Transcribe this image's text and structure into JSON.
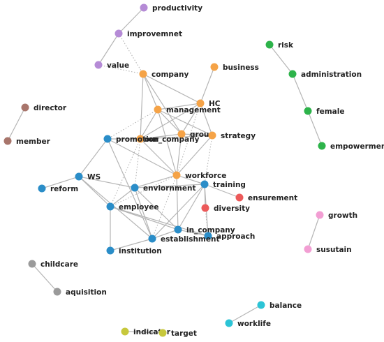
{
  "graph": {
    "edge_color": "#b5b5b5",
    "clusters": {
      "purple": "#b58bd6",
      "orange": "#f5a347",
      "green": "#2db34a",
      "brown": "#a8756b",
      "blue": "#2a8dc8",
      "red": "#ec5a5a",
      "pink": "#f29ed3",
      "gray": "#9a9a9a",
      "cyan": "#2cc4d6",
      "olive": "#c7c83c"
    },
    "nodes": [
      {
        "id": "productivity",
        "label": "productivity",
        "cluster": "purple"
      },
      {
        "id": "improvemnet",
        "label": "improvemnet",
        "cluster": "purple"
      },
      {
        "id": "value",
        "label": "value",
        "cluster": "purple"
      },
      {
        "id": "company",
        "label": "company",
        "cluster": "orange"
      },
      {
        "id": "business",
        "label": "business",
        "cluster": "orange"
      },
      {
        "id": "hc",
        "label": "HC",
        "cluster": "orange"
      },
      {
        "id": "management",
        "label": "management",
        "cluster": "orange"
      },
      {
        "id": "group",
        "label": "group",
        "cluster": "orange"
      },
      {
        "id": "strategy",
        "label": "strategy",
        "cluster": "orange"
      },
      {
        "id": "our_company",
        "label": "our_company",
        "cluster": "orange"
      },
      {
        "id": "workforce",
        "label": "workforce",
        "cluster": "orange"
      },
      {
        "id": "risk",
        "label": "risk",
        "cluster": "green"
      },
      {
        "id": "administration",
        "label": "administration",
        "cluster": "green"
      },
      {
        "id": "female",
        "label": "female",
        "cluster": "green"
      },
      {
        "id": "empowerment",
        "label": "empowerment",
        "cluster": "green"
      },
      {
        "id": "director",
        "label": "director",
        "cluster": "brown"
      },
      {
        "id": "member",
        "label": "member",
        "cluster": "brown"
      },
      {
        "id": "promotion",
        "label": "promotion",
        "cluster": "blue"
      },
      {
        "id": "ws",
        "label": "WS",
        "cluster": "blue"
      },
      {
        "id": "reform",
        "label": "reform",
        "cluster": "blue"
      },
      {
        "id": "enviornment",
        "label": "enviornment",
        "cluster": "blue"
      },
      {
        "id": "employee",
        "label": "employee",
        "cluster": "blue"
      },
      {
        "id": "training",
        "label": "training",
        "cluster": "blue"
      },
      {
        "id": "in_company",
        "label": "in_company",
        "cluster": "blue"
      },
      {
        "id": "approach",
        "label": "approach",
        "cluster": "blue"
      },
      {
        "id": "establishment",
        "label": "establishment",
        "cluster": "blue"
      },
      {
        "id": "institution",
        "label": "institution",
        "cluster": "blue"
      },
      {
        "id": "ensurement",
        "label": "ensurement",
        "cluster": "red"
      },
      {
        "id": "diversity",
        "label": "diversity",
        "cluster": "red"
      },
      {
        "id": "growth",
        "label": "growth",
        "cluster": "pink"
      },
      {
        "id": "susutain",
        "label": "susutain",
        "cluster": "pink"
      },
      {
        "id": "childcare",
        "label": "childcare",
        "cluster": "gray"
      },
      {
        "id": "aquisition",
        "label": "aquisition",
        "cluster": "gray"
      },
      {
        "id": "balance",
        "label": "balance",
        "cluster": "cyan"
      },
      {
        "id": "worklife",
        "label": "worklife",
        "cluster": "cyan"
      },
      {
        "id": "indicator",
        "label": "indicator",
        "cluster": "olive"
      },
      {
        "id": "target",
        "label": "target",
        "cluster": "olive"
      }
    ],
    "edges": [
      {
        "source": "productivity",
        "target": "improvemnet",
        "style": "solid"
      },
      {
        "source": "improvemnet",
        "target": "value",
        "style": "solid"
      },
      {
        "source": "improvemnet",
        "target": "company",
        "style": "dotted"
      },
      {
        "source": "value",
        "target": "company",
        "style": "dotted"
      },
      {
        "source": "company",
        "target": "hc",
        "style": "solid"
      },
      {
        "source": "company",
        "target": "management",
        "style": "solid"
      },
      {
        "source": "company",
        "target": "group",
        "style": "solid"
      },
      {
        "source": "company",
        "target": "our_company",
        "style": "solid"
      },
      {
        "source": "business",
        "target": "hc",
        "style": "solid"
      },
      {
        "source": "hc",
        "target": "management",
        "style": "solid"
      },
      {
        "source": "hc",
        "target": "group",
        "style": "solid"
      },
      {
        "source": "hc",
        "target": "strategy",
        "style": "solid"
      },
      {
        "source": "hc",
        "target": "our_company",
        "style": "solid"
      },
      {
        "source": "hc",
        "target": "workforce",
        "style": "dotted"
      },
      {
        "source": "management",
        "target": "group",
        "style": "solid"
      },
      {
        "source": "management",
        "target": "strategy",
        "style": "solid"
      },
      {
        "source": "management",
        "target": "our_company",
        "style": "solid"
      },
      {
        "source": "management",
        "target": "workforce",
        "style": "solid"
      },
      {
        "source": "management",
        "target": "promotion",
        "style": "dotted"
      },
      {
        "source": "group",
        "target": "strategy",
        "style": "solid"
      },
      {
        "source": "group",
        "target": "our_company",
        "style": "solid"
      },
      {
        "source": "group",
        "target": "workforce",
        "style": "solid"
      },
      {
        "source": "strategy",
        "target": "our_company",
        "style": "solid"
      },
      {
        "source": "strategy",
        "target": "workforce",
        "style": "solid"
      },
      {
        "source": "strategy",
        "target": "training",
        "style": "dotted"
      },
      {
        "source": "our_company",
        "target": "promotion",
        "style": "solid"
      },
      {
        "source": "our_company",
        "target": "workforce",
        "style": "solid"
      },
      {
        "source": "our_company",
        "target": "enviornment",
        "style": "dotted"
      },
      {
        "source": "our_company",
        "target": "employee",
        "style": "dotted"
      },
      {
        "source": "promotion",
        "target": "workforce",
        "style": "solid"
      },
      {
        "source": "promotion",
        "target": "ws",
        "style": "solid"
      },
      {
        "source": "promotion",
        "target": "establishment",
        "style": "solid"
      },
      {
        "source": "ws",
        "target": "reform",
        "style": "solid"
      },
      {
        "source": "ws",
        "target": "enviornment",
        "style": "solid"
      },
      {
        "source": "ws",
        "target": "employee",
        "style": "solid"
      },
      {
        "source": "ws",
        "target": "establishment",
        "style": "solid"
      },
      {
        "source": "enviornment",
        "target": "workforce",
        "style": "solid"
      },
      {
        "source": "enviornment",
        "target": "training",
        "style": "solid"
      },
      {
        "source": "enviornment",
        "target": "employee",
        "style": "solid"
      },
      {
        "source": "enviornment",
        "target": "establishment",
        "style": "solid"
      },
      {
        "source": "enviornment",
        "target": "in_company",
        "style": "solid"
      },
      {
        "source": "employee",
        "target": "workforce",
        "style": "dotted"
      },
      {
        "source": "employee",
        "target": "institution",
        "style": "solid"
      },
      {
        "source": "employee",
        "target": "in_company",
        "style": "solid"
      },
      {
        "source": "employee",
        "target": "approach",
        "style": "solid"
      },
      {
        "source": "workforce",
        "target": "training",
        "style": "solid"
      },
      {
        "source": "workforce",
        "target": "in_company",
        "style": "solid"
      },
      {
        "source": "workforce",
        "target": "establishment",
        "style": "dotted"
      },
      {
        "source": "training",
        "target": "ensurement",
        "style": "solid"
      },
      {
        "source": "training",
        "target": "diversity",
        "style": "solid"
      },
      {
        "source": "training",
        "target": "in_company",
        "style": "solid"
      },
      {
        "source": "training",
        "target": "establishment",
        "style": "solid"
      },
      {
        "source": "training",
        "target": "approach",
        "style": "solid"
      },
      {
        "source": "diversity",
        "target": "approach",
        "style": "dotted"
      },
      {
        "source": "in_company",
        "target": "establishment",
        "style": "solid"
      },
      {
        "source": "in_company",
        "target": "approach",
        "style": "solid"
      },
      {
        "source": "establishment",
        "target": "institution",
        "style": "solid"
      },
      {
        "source": "risk",
        "target": "administration",
        "style": "solid"
      },
      {
        "source": "administration",
        "target": "female",
        "style": "solid"
      },
      {
        "source": "female",
        "target": "empowerment",
        "style": "solid"
      },
      {
        "source": "director",
        "target": "member",
        "style": "solid"
      },
      {
        "source": "growth",
        "target": "susutain",
        "style": "solid"
      },
      {
        "source": "childcare",
        "target": "aquisition",
        "style": "solid"
      },
      {
        "source": "balance",
        "target": "worklife",
        "style": "solid"
      },
      {
        "source": "indicator",
        "target": "target",
        "style": "solid"
      }
    ]
  }
}
